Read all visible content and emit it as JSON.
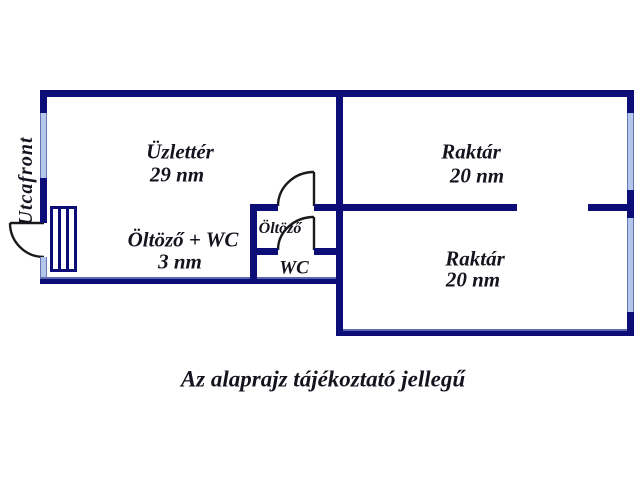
{
  "plan": {
    "street_label": "Utcafront",
    "caption": "Az alaprajz tájékoztató jellegű",
    "rooms": {
      "shop": {
        "name": "Üzlettér",
        "area": "29 nm"
      },
      "storage_top": {
        "name": "Raktár",
        "area": "20 nm"
      },
      "storage_bottom": {
        "name": "Raktár",
        "area": "20 nm"
      },
      "dressing_wc": {
        "name": "Öltöző + WC",
        "area": "3 nm"
      },
      "dressing": {
        "name": "Öltöző"
      },
      "wc": {
        "name": "WC"
      }
    }
  },
  "colors": {
    "wall": "#0d0d78",
    "window": "#b3c7ea",
    "door": "#1a1a1a",
    "text": "#14141f"
  }
}
